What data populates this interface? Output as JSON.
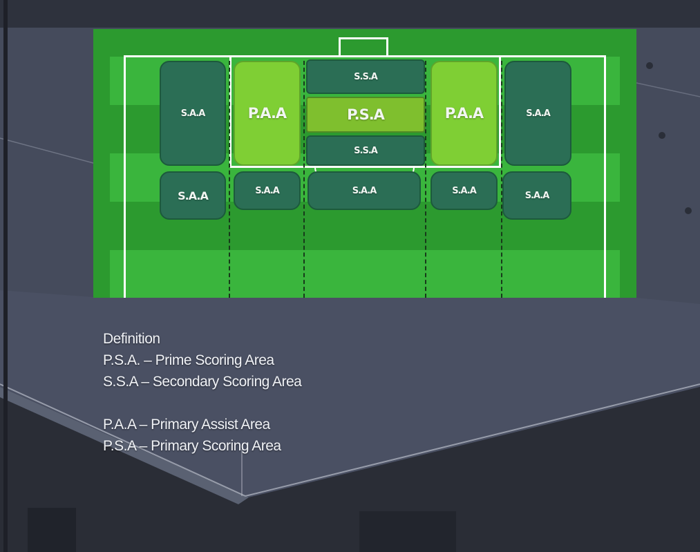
{
  "zones": {
    "top_left_outer": "S.A.A",
    "top_left_primary": "P.A.A",
    "top_center_secondary": "S.S.A",
    "center_prime": "P.S.A",
    "lower_center_secondary": "S.S.A",
    "top_right_primary": "P.A.A",
    "top_right_outer": "S.A.A",
    "bottom_left_outer": "S.A.A",
    "bottom_left_inner": "S.A.A",
    "bottom_center": "S.A.A",
    "bottom_right_inner": "S.A.A",
    "bottom_right_outer": "S.A.A"
  },
  "legend": {
    "heading": "Definition",
    "line1": "P.S.A. – Prime Scoring Area",
    "line2": "S.S.A – Secondary Scoring Area",
    "line3": "P.A.A – Primary Assist Area",
    "line4": "P.S.A – Primary Scoring Area"
  },
  "colors": {
    "pitch_dark": "#2c9a2f",
    "pitch_light": "#3ab53d",
    "zone_dark": "#2b6e55",
    "zone_highlight": "#7fcf34",
    "background": "#3c4150"
  }
}
